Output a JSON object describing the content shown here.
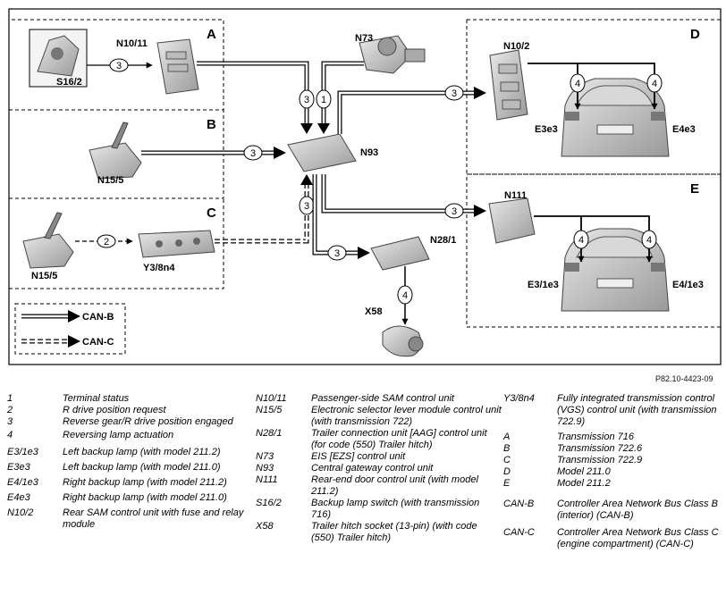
{
  "diagram": {
    "sections": [
      "A",
      "B",
      "C",
      "D",
      "E"
    ],
    "components": {
      "s16_2": "S16/2",
      "n10_11": "N10/11",
      "n73": "N73",
      "n10_2": "N10/2",
      "n15_5_b": "N15/5",
      "n93": "N93",
      "n15_5_c": "N15/5",
      "y3_8n4": "Y3/8n4",
      "n111": "N111",
      "n28_1": "N28/1",
      "x58": "X58",
      "e3e3": "E3e3",
      "e4e3": "E4e3",
      "e3_1e3": "E3/1e3",
      "e4_1e3": "E4/1e3"
    },
    "legend_box": {
      "can_b": "CAN-B",
      "can_c": "CAN-C"
    },
    "reference": "P82.10-4423-09"
  },
  "legend": {
    "col1": [
      {
        "key": "1",
        "value": "Terminal status"
      },
      {
        "key": "2",
        "value": "R drive position request"
      },
      {
        "key": "3",
        "value": "Reverse gear/R drive position engaged"
      },
      {
        "key": "4",
        "value": "Reversing lamp actuation"
      },
      {
        "key": "E3/1e3",
        "value": "Left backup lamp (with model 211.2)"
      },
      {
        "key": "E3e3",
        "value": "Left backup lamp (with model 211.0)"
      },
      {
        "key": "E4/1e3",
        "value": "Right backup lamp (with model 211.2)"
      },
      {
        "key": "E4e3",
        "value": "Right backup lamp (with model 211.0)"
      },
      {
        "key": "N10/2",
        "value": "Rear SAM control unit with fuse and relay module"
      }
    ],
    "col2": [
      {
        "key": "N10/11",
        "value": "Passenger-side SAM control unit"
      },
      {
        "key": "N15/5",
        "value": "Electronic selector lever module control unit (with transmission 722)"
      },
      {
        "key": "N28/1",
        "value": "Trailer connection unit [AAG] control unit (for code (550) Trailer hitch)"
      },
      {
        "key": "N73",
        "value": "EIS [EZS] control unit"
      },
      {
        "key": "N93",
        "value": "Central gateway control unit"
      },
      {
        "key": "N111",
        "value": "Rear-end door control unit (with model 211.2)"
      },
      {
        "key": "S16/2",
        "value": "Backup lamp switch (with transmission 716)"
      },
      {
        "key": "X58",
        "value": "Trailer hitch socket (13-pin) (with code (550) Trailer hitch)"
      }
    ],
    "col3": [
      {
        "key": "Y3/8n4",
        "value": "Fully integrated transmission control (VGS) control unit (with transmission 722.9)"
      },
      {
        "key": "A",
        "value": "Transmission 716"
      },
      {
        "key": "B",
        "value": "Transmission 722.6"
      },
      {
        "key": "C",
        "value": "Transmission 722.9"
      },
      {
        "key": "D",
        "value": "Model 211.0"
      },
      {
        "key": "E",
        "value": "Model 211.2"
      },
      {
        "key": "CAN-B",
        "value": "Controller Area Network Bus Class B (interior) (CAN-B)"
      },
      {
        "key": "CAN-C",
        "value": "Controller Area Network Bus Class C (engine compartment) (CAN-C)"
      }
    ]
  },
  "colors": {
    "frame": "#000000",
    "component": "#c8c8c8",
    "background": "#ffffff"
  }
}
